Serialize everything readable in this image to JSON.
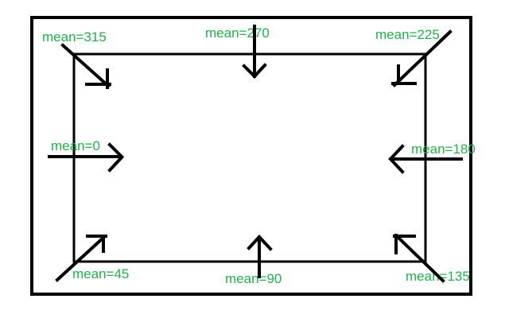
{
  "diagram": {
    "description": "Rectangle with eight inward-pointing arrows labeled by mean direction angle",
    "colors": {
      "background": "#ffffff",
      "line": "#000000",
      "label": "#22B14C"
    },
    "arrows": [
      {
        "position": "top-left-corner",
        "label": "mean=315",
        "mean_degrees": 315,
        "direction": "down-right"
      },
      {
        "position": "top-center-edge",
        "label": "mean=270",
        "mean_degrees": 270,
        "direction": "down"
      },
      {
        "position": "top-right-corner",
        "label": "mean=225",
        "mean_degrees": 225,
        "direction": "down-left"
      },
      {
        "position": "middle-left-edge",
        "label": "mean=0",
        "mean_degrees": 0,
        "direction": "right"
      },
      {
        "position": "middle-right-edge",
        "label": "mean=180",
        "mean_degrees": 180,
        "direction": "left"
      },
      {
        "position": "bottom-left-corner",
        "label": "mean=45",
        "mean_degrees": 45,
        "direction": "up-right"
      },
      {
        "position": "bottom-center-edge",
        "label": "mean=90",
        "mean_degrees": 90,
        "direction": "up"
      },
      {
        "position": "bottom-right-corner",
        "label": "mean=135",
        "mean_degrees": 135,
        "direction": "up-left"
      }
    ]
  }
}
